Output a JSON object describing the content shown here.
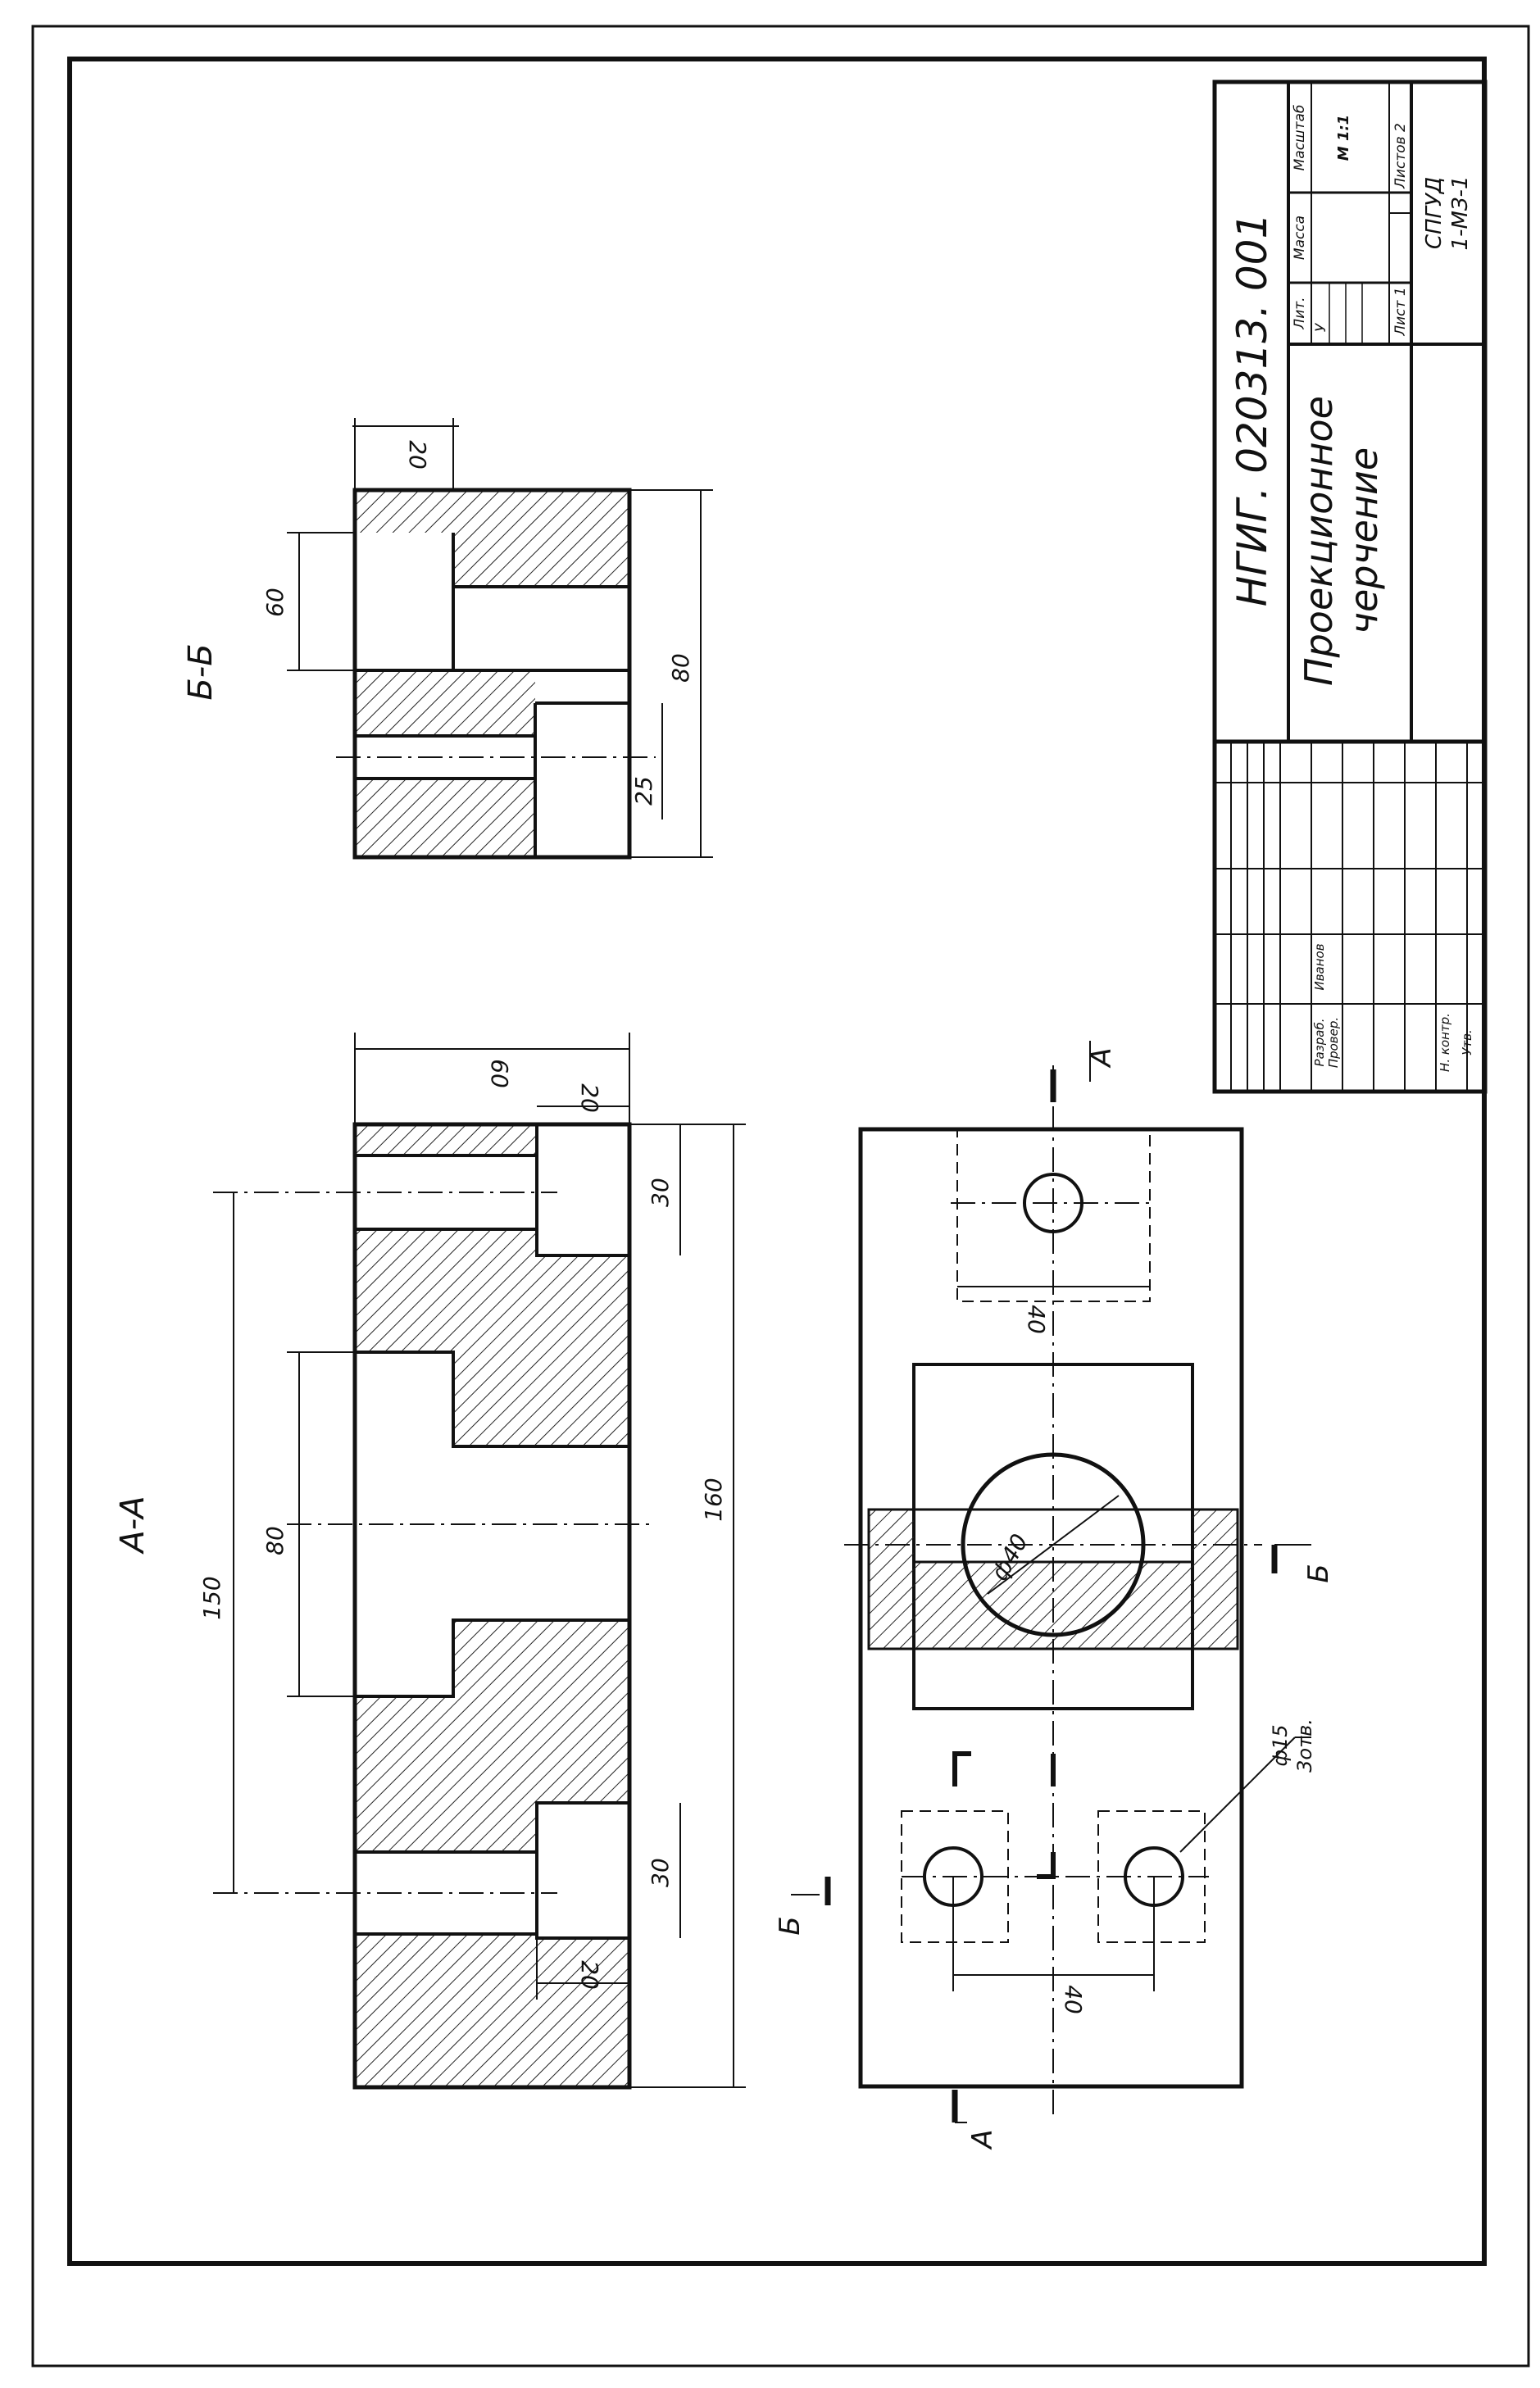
{
  "sections": {
    "aa": "А-А",
    "bb": "Б-Б"
  },
  "dimensions": {
    "aa_150": "150",
    "aa_80": "80",
    "aa_160": "160",
    "aa_60": "60",
    "aa_20_top": "20",
    "aa_20_bottom": "20",
    "aa_30_top": "30",
    "aa_30_bottom": "30",
    "bb_20": "20",
    "bb_60": "60",
    "bb_80": "80",
    "bb_25": "25",
    "plan_40_top": "40",
    "plan_40_bottom": "40",
    "plan_phi40": "ф40",
    "plan_phi15": "ф15",
    "plan_holes": "3отв."
  },
  "cut_letters": {
    "a_top": "А",
    "a_bottom": "А",
    "b_left": "Б",
    "b_right": "Б"
  },
  "title_block": {
    "doc_number": "НГИГ. 020313. 001",
    "name_line1": "Проекционное",
    "name_line2": "черчение",
    "lit_label": "Лит.",
    "lit_value": "У",
    "mass_label": "Масса",
    "scale_label": "Масштаб",
    "scale_value": "М 1:1",
    "sheet_label": "Лист 1",
    "sheets_label": "Листов 2",
    "org_line1": "СПГУД",
    "org_line2": "1-МЗ-1",
    "rows": [
      {
        "role": "Разраб.",
        "name": "Иванов"
      },
      {
        "role": "Провер.",
        "name": ""
      },
      {
        "role": "Н. контр.",
        "name": ""
      },
      {
        "role": "Утв.",
        "name": ""
      }
    ]
  }
}
